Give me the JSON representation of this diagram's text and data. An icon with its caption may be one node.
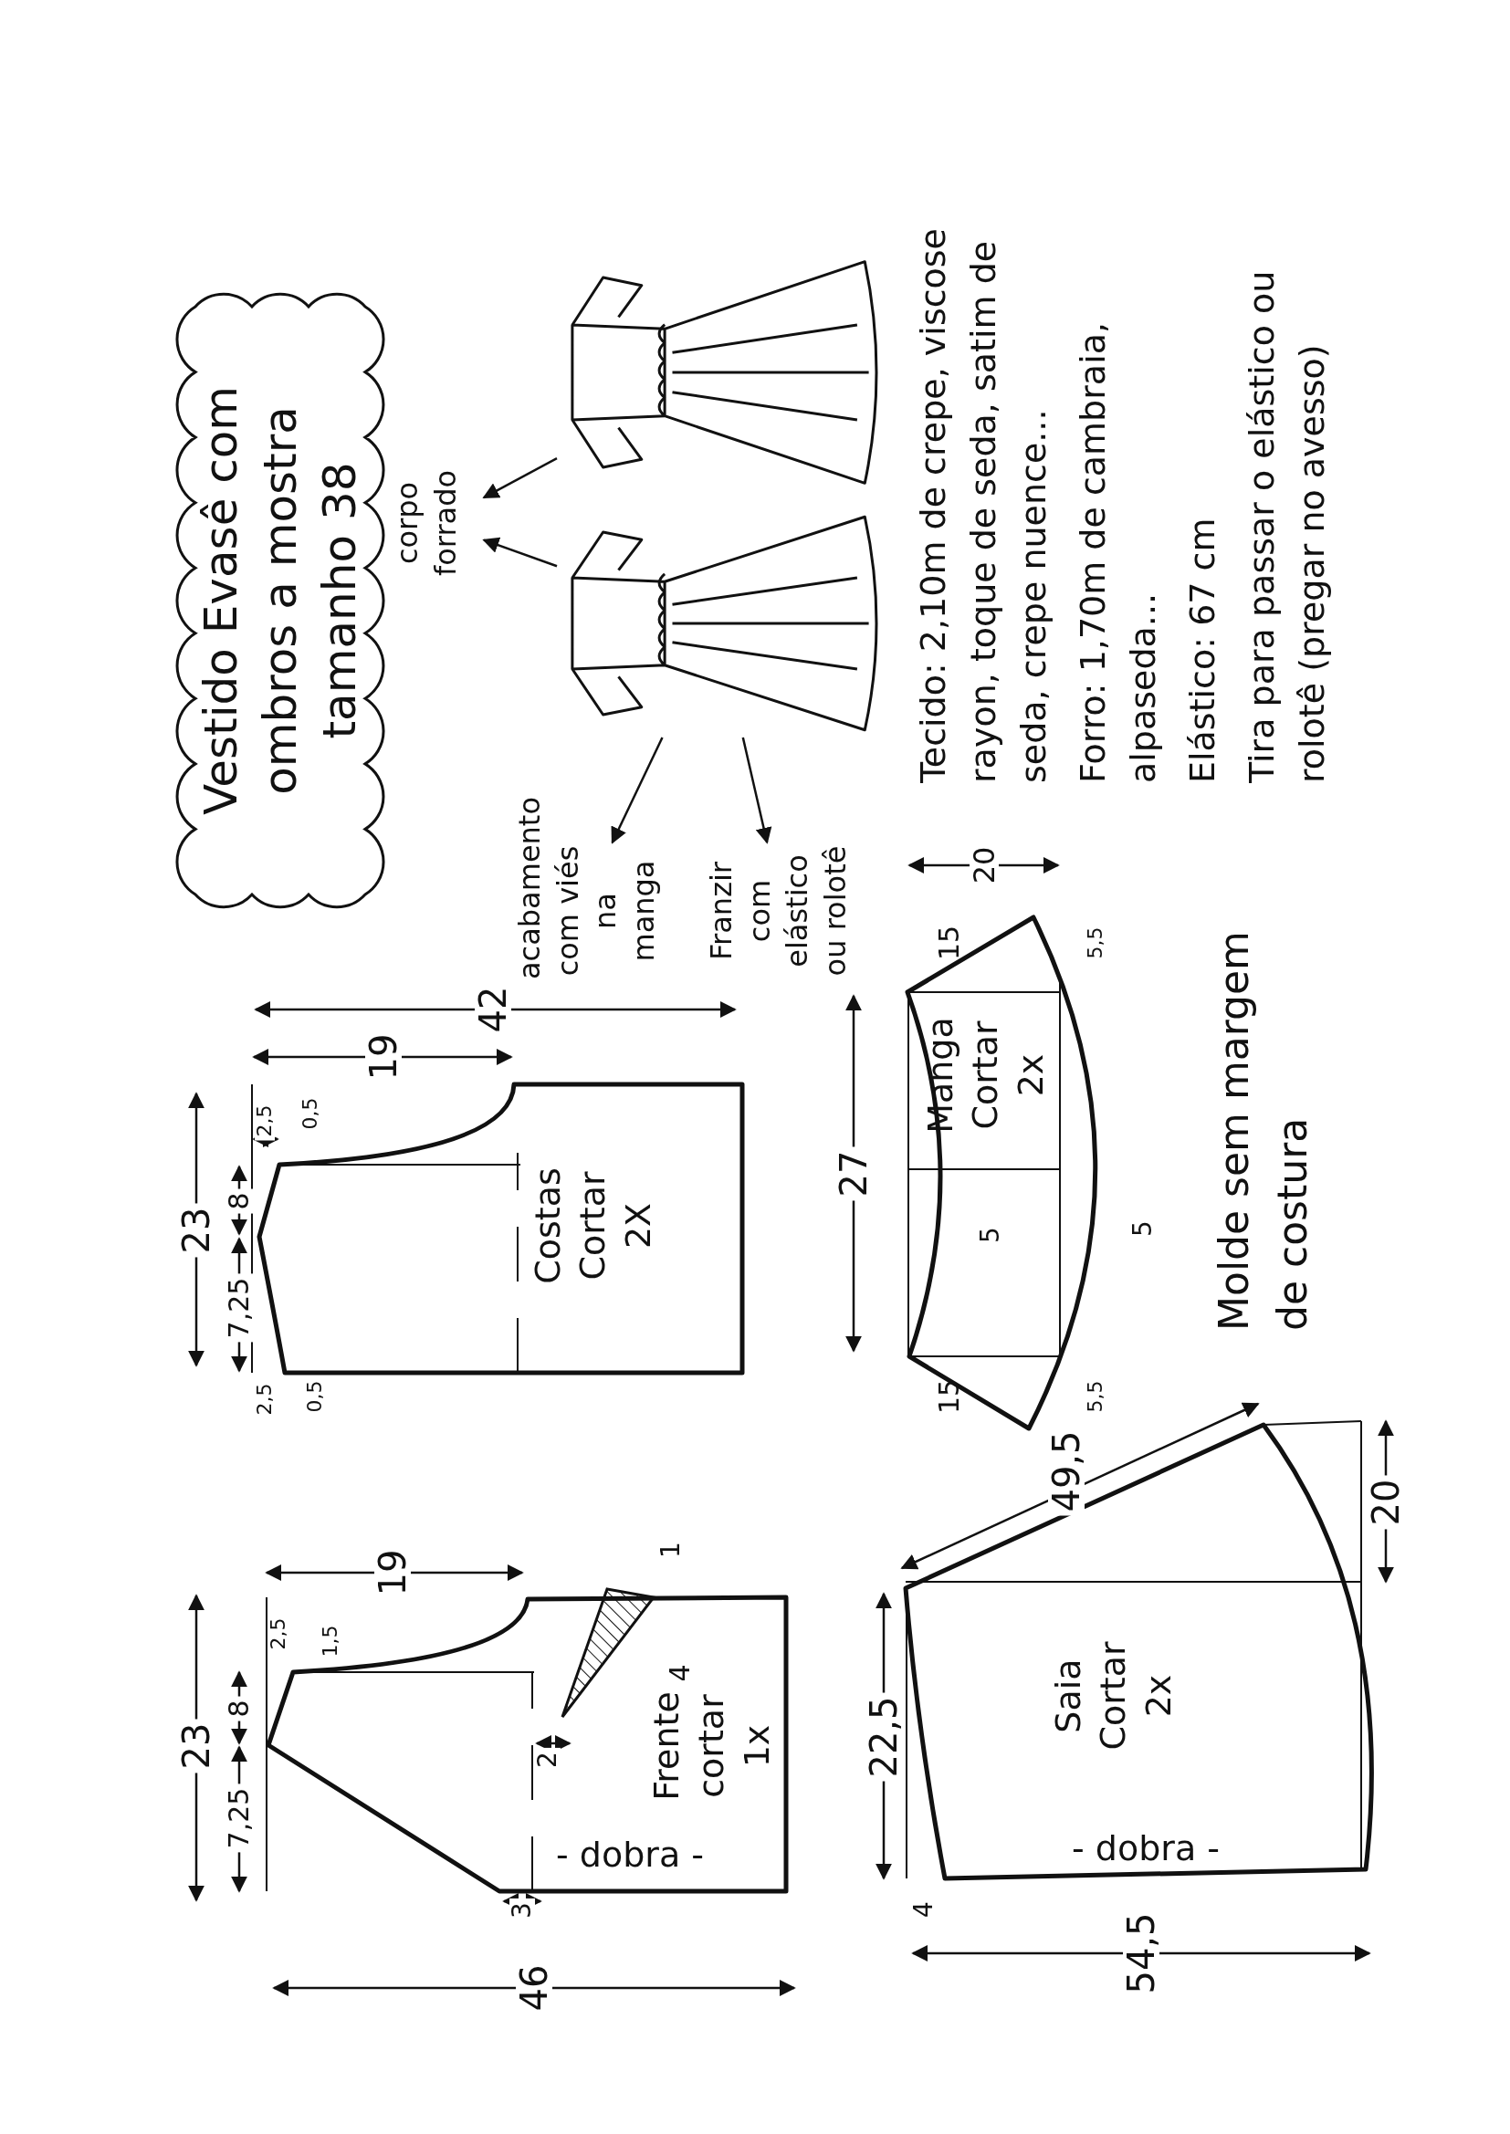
{
  "diagram": {
    "nodes": [
      {
        "text": [
          "Vestido Evasê com ombros a mostra tamanho 38"
        ]
      },
      {
        "text": [],
        "shape": "picture"
      },
      {
        "text": [],
        "shape": "picture"
      },
      {
        "text": [
          "corpo forrado"
        ]
      },
      {
        "text": [
          "acabamento com viés na manga"
        ]
      },
      {
        "text": [
          "Franzir com elástico ou rolotê"
        ]
      },
      {
        "text": [
          "Costas Cortar 2X"
        ]
      },
      {
        "text": [
          "Frente cortar 1x",
          "- dobra -"
        ]
      },
      {
        "text": [
          "Manga Cortar 2x"
        ]
      },
      {
        "text": [
          "Saia Cortar 2x",
          "- dobra -"
        ]
      }
    ],
    "edges": [
      {
        "from": 1,
        "to": 3,
        "arrow": "to"
      },
      {
        "from": 2,
        "to": 3,
        "arrow": "to"
      },
      {
        "from": 2,
        "to": 4,
        "arrow": "to"
      },
      {
        "from": 2,
        "to": 5,
        "arrow": "to"
      }
    ],
    "labels": [
      "Tecido: 2,10m de crepe, viscose rayon, toque de seda, satim de seda, crepe nuence...",
      "Forro: 1,70m de cambraia, alpaseda...",
      "Elástico: 67 cm",
      "Tira para passar o elástico ou rolotê (pregar no avesso)",
      "Molde sem margem de costura",
      "23",
      "7,25",
      "8",
      "2,5",
      "0,5",
      "19",
      "42",
      "2,5",
      "0,5",
      "23",
      "7,25",
      "8",
      "2,5",
      "1,5",
      "19",
      "1",
      "4",
      "2",
      "3",
      "46",
      "20",
      "15",
      "27",
      "5,5",
      "5",
      "5",
      "15",
      "5,5",
      "49,5",
      "20",
      "22,5",
      "4",
      "54,5"
    ]
  }
}
